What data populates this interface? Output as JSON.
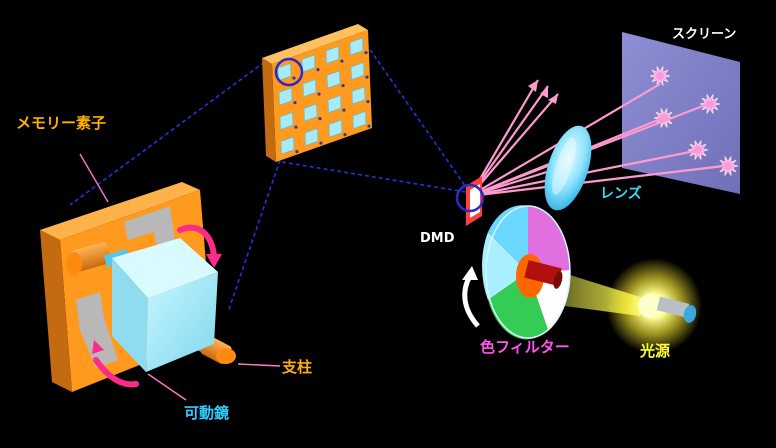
{
  "labels": {
    "memory_element": "メモリー素子",
    "screen": "スクリーン",
    "lens": "レンズ",
    "dmd": "DMD",
    "color_filter": "色フィルター",
    "light_source": "光源",
    "post": "支柱",
    "movable_mirror": "可動鏡"
  },
  "colors": {
    "memory_label": "#ffb000",
    "screen_label": "#ffffff",
    "lens_label": "#33ddff",
    "dmd_label": "#ffffff",
    "filter_label": "#ff55ee",
    "light_label": "#ffff33",
    "post_label": "#ffb000",
    "mirror_label": "#33ccff",
    "chip_orange": "#ff9a1e",
    "mirror_cyan": "#aaf0ff",
    "beam_pink": "#ff9ad0",
    "guide_blue": "#2233dd"
  },
  "icons": {
    "rotation_arrow": "curved-arrow-icon",
    "star_spot": "starburst-icon"
  }
}
